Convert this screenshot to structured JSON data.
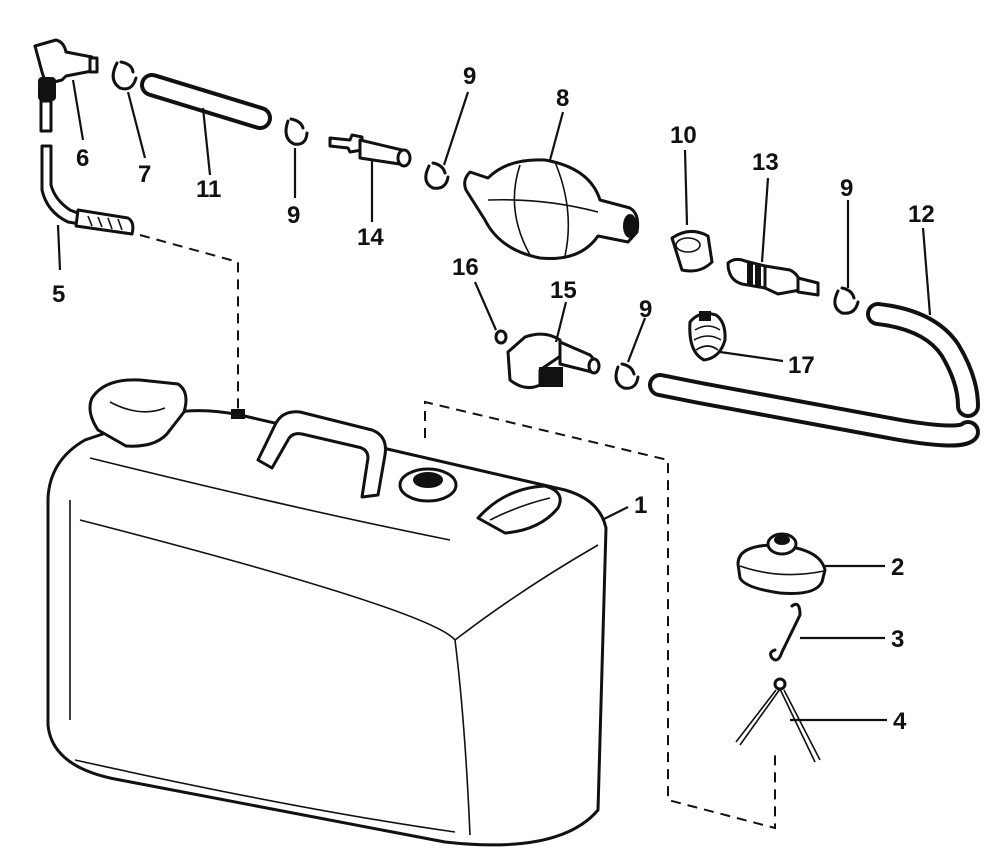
{
  "parts": [
    {
      "id": "part-1",
      "label": "1"
    },
    {
      "id": "part-2",
      "label": "2"
    },
    {
      "id": "part-3",
      "label": "3"
    },
    {
      "id": "part-4",
      "label": "4"
    },
    {
      "id": "part-5",
      "label": "5"
    },
    {
      "id": "part-6",
      "label": "6"
    },
    {
      "id": "part-7",
      "label": "7"
    },
    {
      "id": "part-8",
      "label": "8"
    },
    {
      "id": "part-9a",
      "label": "9"
    },
    {
      "id": "part-9b",
      "label": "9"
    },
    {
      "id": "part-9c",
      "label": "9"
    },
    {
      "id": "part-9d",
      "label": "9"
    },
    {
      "id": "part-10",
      "label": "10"
    },
    {
      "id": "part-11",
      "label": "11"
    },
    {
      "id": "part-12",
      "label": "12"
    },
    {
      "id": "part-13",
      "label": "13"
    },
    {
      "id": "part-14",
      "label": "14"
    },
    {
      "id": "part-15",
      "label": "15"
    },
    {
      "id": "part-16",
      "label": "16"
    },
    {
      "id": "part-17",
      "label": "17"
    }
  ]
}
